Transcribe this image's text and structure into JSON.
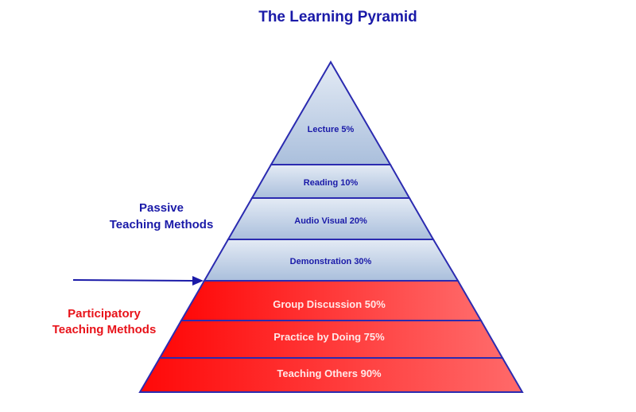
{
  "title": "The Learning Pyramid",
  "passive_label": [
    "Passive",
    "Teaching Methods"
  ],
  "participatory_label": [
    "Participatory",
    "Teaching Methods"
  ],
  "layers": [
    {
      "label": "Lecture 5%",
      "type": "passive"
    },
    {
      "label": "Reading 10%",
      "type": "passive"
    },
    {
      "label": "Audio Visual 20%",
      "type": "passive"
    },
    {
      "label": "Demonstration 30%",
      "type": "passive"
    },
    {
      "label": "Group Discussion 50%",
      "type": "participatory"
    },
    {
      "label": "Practice by Doing 75%",
      "type": "participatory"
    },
    {
      "label": "Teaching Others 90%",
      "type": "participatory"
    }
  ],
  "colors": {
    "blue": "#1a1aa8",
    "red": "#e8131a",
    "passive_fill": "#b7c8e0",
    "participatory_fill": "#ff1a1a"
  }
}
